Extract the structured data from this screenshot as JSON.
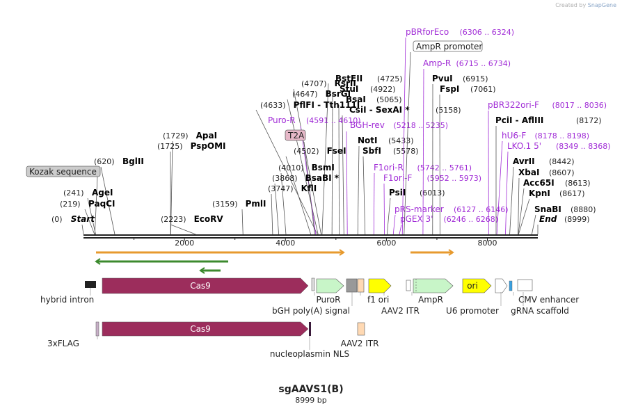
{
  "header": {
    "credit_prefix": "Created by",
    "credit_brand": "SnapGene"
  },
  "plasmid": {
    "name": "sgAAVS1(B)",
    "length_label": "8999 bp",
    "length": 8999
  },
  "axis": {
    "ticks": [
      2000,
      4000,
      6000,
      8000
    ]
  },
  "colors": {
    "enzyme": "#000000",
    "primer": "#a02bd6",
    "cas9": "#9c2d5c",
    "green_feature": "#c8f5c8",
    "yellow_feature": "#ffff00",
    "gray_feature": "#999999",
    "tan_feature": "#ffd9b3",
    "orf_orange": "#e79a2e",
    "orf_green": "#3c8a2e"
  },
  "site_labels": [
    {
      "kind": "enzyme",
      "name": "BstEII",
      "coord": "(4725)",
      "site": 4725
    },
    {
      "kind": "enzyme",
      "name": "RsrII",
      "coord": "(4707)",
      "site": 4707
    },
    {
      "kind": "enzyme",
      "name": "StuI",
      "coord": "(4922)",
      "site": 4922
    },
    {
      "kind": "enzyme",
      "name": "BsrGI",
      "coord": "(4647)",
      "site": 4647
    },
    {
      "kind": "enzyme",
      "name": "BsaI",
      "coord": "(5065)",
      "site": 5065
    },
    {
      "kind": "enzyme",
      "name": "PflFI - Tth111I",
      "coord": "(4633)",
      "site": 4633
    },
    {
      "kind": "enzyme",
      "name": "CsiI - SexAI *",
      "coord": "(5158)",
      "site": 5158
    },
    {
      "kind": "primer",
      "name": "Puro-R",
      "coord": "(4591 .. 4610)",
      "site": 4600
    },
    {
      "kind": "primer",
      "name": "BGH-rev",
      "coord": "(5218 .. 5235)",
      "site": 5226
    },
    {
      "kind": "feature",
      "name": "T2A",
      "coord": "",
      "site": 4580
    },
    {
      "kind": "enzyme",
      "name": "ApaI",
      "coord": "(1729)",
      "site": 1729
    },
    {
      "kind": "enzyme",
      "name": "PspOMI",
      "coord": "(1725)",
      "site": 1725
    },
    {
      "kind": "enzyme",
      "name": "NotI",
      "coord": "(5433)",
      "site": 5433
    },
    {
      "kind": "enzyme",
      "name": "SbfI",
      "coord": "(5578)",
      "site": 5578
    },
    {
      "kind": "enzyme",
      "name": "FseI",
      "coord": "(4502)",
      "site": 4502
    },
    {
      "kind": "enzyme",
      "name": "BglII",
      "coord": "(620)",
      "site": 620
    },
    {
      "kind": "primer",
      "name": "F1ori-R",
      "coord": "(5742 .. 5761)",
      "site": 5751
    },
    {
      "kind": "enzyme",
      "name": "BsmI",
      "coord": "(4010)",
      "site": 4010
    },
    {
      "kind": "feature",
      "name": "Kozak sequence",
      "coord": "",
      "site": 225
    },
    {
      "kind": "enzyme",
      "name": "BsaBI *",
      "coord": "(3868)",
      "site": 3868
    },
    {
      "kind": "primer",
      "name": "F1ori-F",
      "coord": "(5952 .. 5973)",
      "site": 5962
    },
    {
      "kind": "enzyme",
      "name": "KflI",
      "coord": "(3747)",
      "site": 3747
    },
    {
      "kind": "enzyme",
      "name": "AgeI",
      "coord": "(241)",
      "site": 241
    },
    {
      "kind": "enzyme",
      "name": "PsiI",
      "coord": "(6013)",
      "site": 6013
    },
    {
      "kind": "enzyme",
      "name": "PaqCI",
      "coord": "(219)",
      "site": 219
    },
    {
      "kind": "enzyme",
      "name": "PmlI",
      "coord": "(3159)",
      "site": 3159
    },
    {
      "kind": "primer",
      "name": "pRS-marker",
      "coord": "(6127 .. 6146)",
      "site": 6136
    },
    {
      "kind": "enzyme",
      "name": "EcoRV",
      "coord": "(2223)",
      "site": 2223
    },
    {
      "kind": "primer",
      "name": "pGEX 3'",
      "coord": "(6246 .. 6268)",
      "site": 6257
    },
    {
      "kind": "enzyme",
      "name": "Start",
      "coord": "(0)",
      "site": 0
    },
    {
      "kind": "primer",
      "name": "pBRforEco",
      "coord": "(6306 .. 6324)",
      "site": 6315
    },
    {
      "kind": "feature",
      "name": "AmpR promoter",
      "coord": "",
      "site": 6350
    },
    {
      "kind": "primer",
      "name": "Amp-R",
      "coord": "(6715 .. 6734)",
      "site": 6724
    },
    {
      "kind": "enzyme",
      "name": "PvuI",
      "coord": "(6915)",
      "site": 6915
    },
    {
      "kind": "enzyme",
      "name": "FspI",
      "coord": "(7061)",
      "site": 7061
    },
    {
      "kind": "primer",
      "name": "pBR322ori-F",
      "coord": "(8017 .. 8036)",
      "site": 8026
    },
    {
      "kind": "enzyme",
      "name": "PciI - AflIII",
      "coord": "(8172)",
      "site": 8172
    },
    {
      "kind": "primer",
      "name": "hU6-F",
      "coord": "(8178 .. 8198)",
      "site": 8188
    },
    {
      "kind": "primer",
      "name": "LKO.1 5'",
      "coord": "(8349 .. 8368)",
      "site": 8358
    },
    {
      "kind": "enzyme",
      "name": "AvrII",
      "coord": "(8442)",
      "site": 8442
    },
    {
      "kind": "enzyme",
      "name": "XbaI",
      "coord": "(8607)",
      "site": 8607
    },
    {
      "kind": "enzyme",
      "name": "Acc65I",
      "coord": "(8613)",
      "site": 8613
    },
    {
      "kind": "enzyme",
      "name": "KpnI",
      "coord": "(8617)",
      "site": 8617
    },
    {
      "kind": "enzyme",
      "name": "SnaBI",
      "coord": "(8880)",
      "site": 8880
    },
    {
      "kind": "enzyme",
      "name": "End",
      "coord": "(8999)",
      "site": 8999
    }
  ],
  "features": [
    {
      "name": "Cas9",
      "label": "Cas9"
    },
    {
      "name": "ori",
      "label": "ori"
    }
  ],
  "feature_labels": [
    {
      "text": "hybrid intron"
    },
    {
      "text": "PuroR"
    },
    {
      "text": "bGH poly(A) signal"
    },
    {
      "text": "f1 ori"
    },
    {
      "text": "AAV2 ITR"
    },
    {
      "text": "AmpR"
    },
    {
      "text": "U6 promoter"
    },
    {
      "text": "CMV enhancer"
    },
    {
      "text": "gRNA scaffold"
    },
    {
      "text": "3xFLAG"
    },
    {
      "text": "AAV2 ITR"
    },
    {
      "text": "nucleoplasmin NLS"
    }
  ]
}
